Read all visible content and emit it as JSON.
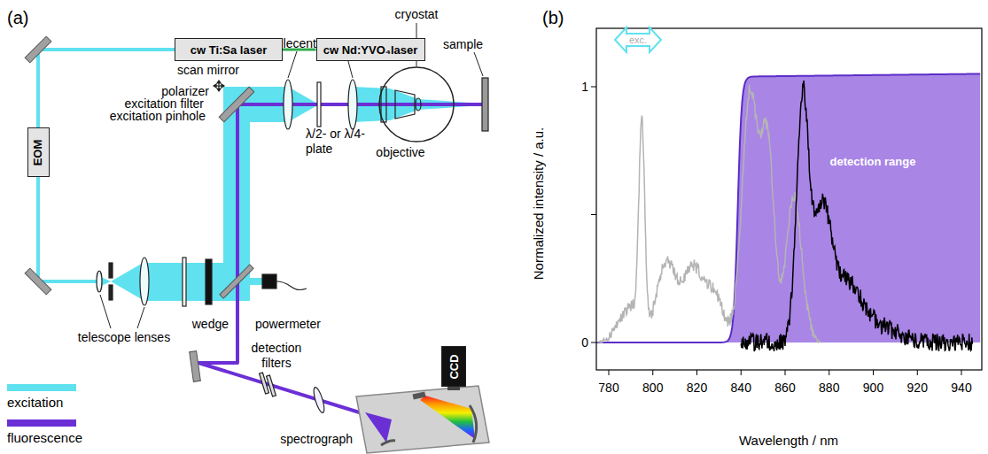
{
  "diagram": {
    "nodes": [
      {
        "text": [
          "cw Ti:Sa laser"
        ]
      },
      {
        "text": [
          "cw Nd:YVO₄laser"
        ]
      },
      {
        "text": [
          "EOM"
        ]
      },
      {
        "text": [
          "CCD"
        ]
      }
    ],
    "edges": [
      {
        "from": 1,
        "to": 0,
        "arrow": "none"
      },
      {
        "from": 0,
        "to": 2,
        "arrow": "none"
      }
    ],
    "labels": [
      "(a)",
      "(b)",
      "scan mirror",
      "telecentric lenses",
      "cryostat",
      "sample",
      "polarizer",
      "excitation filter",
      "excitation pinhole",
      "λ/2- or λ/4- plate",
      "objective",
      "wedge",
      "powermeter",
      "telescope lenses",
      "detection filters",
      "spectrograph",
      "exc.",
      "detection range",
      "Normalized intensity / a.u.",
      "Wavelength / nm",
      "0",
      "1",
      "780",
      "800",
      "820",
      "840",
      "860",
      "880",
      "900",
      "920",
      "940"
    ],
    "legend": [
      {
        "text": "excitation",
        "color": "#5fe1ef"
      },
      {
        "text": "fluorescence",
        "color": "#6b2fd6"
      }
    ]
  }
}
